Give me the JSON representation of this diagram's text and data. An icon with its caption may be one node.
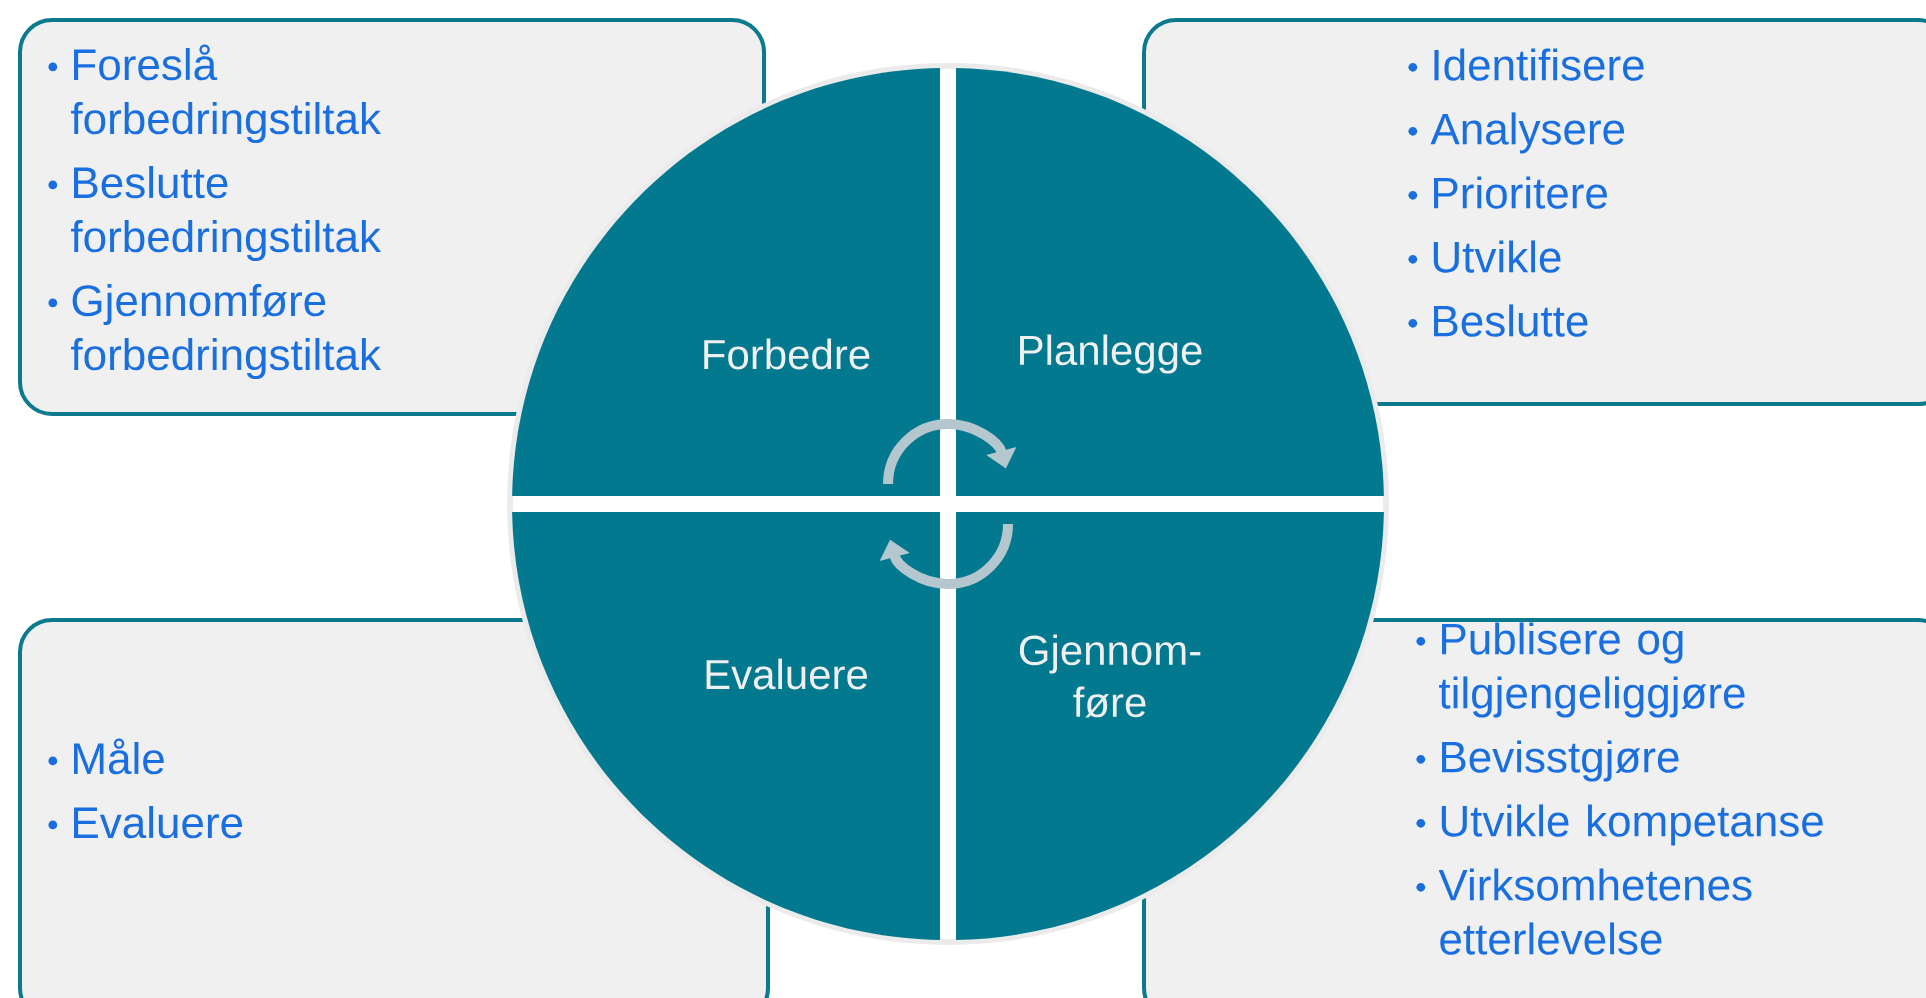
{
  "diagram": {
    "nodes": [
      {
        "text": [
          "Foreslå forbedringstiltak",
          "Beslutte forbedringstiltak",
          "Gjennomføre forbedringstiltak"
        ]
      },
      {
        "text": [
          "Forbedre"
        ]
      },
      {
        "text": [
          "Planlegge"
        ]
      },
      {
        "text": [
          "Identifisere",
          "Analysere",
          "Prioritere",
          "Utvikle",
          "Beslutte"
        ]
      },
      {
        "text": [
          "Måle",
          "Evaluere"
        ]
      },
      {
        "text": [
          "Evaluere"
        ]
      },
      {
        "text": [
          "Gjennom- føre"
        ]
      },
      {
        "text": [
          "Publisere og tilgjengeliggjøre",
          "Bevisstgjøre",
          "Utvikle kompetanse",
          "Virksomhetenes etterlevelse"
        ]
      }
    ],
    "edges": [
      {
        "from": 1,
        "to": 2,
        "arrow": "to"
      },
      {
        "from": 6,
        "to": 5,
        "arrow": "to"
      }
    ]
  }
}
